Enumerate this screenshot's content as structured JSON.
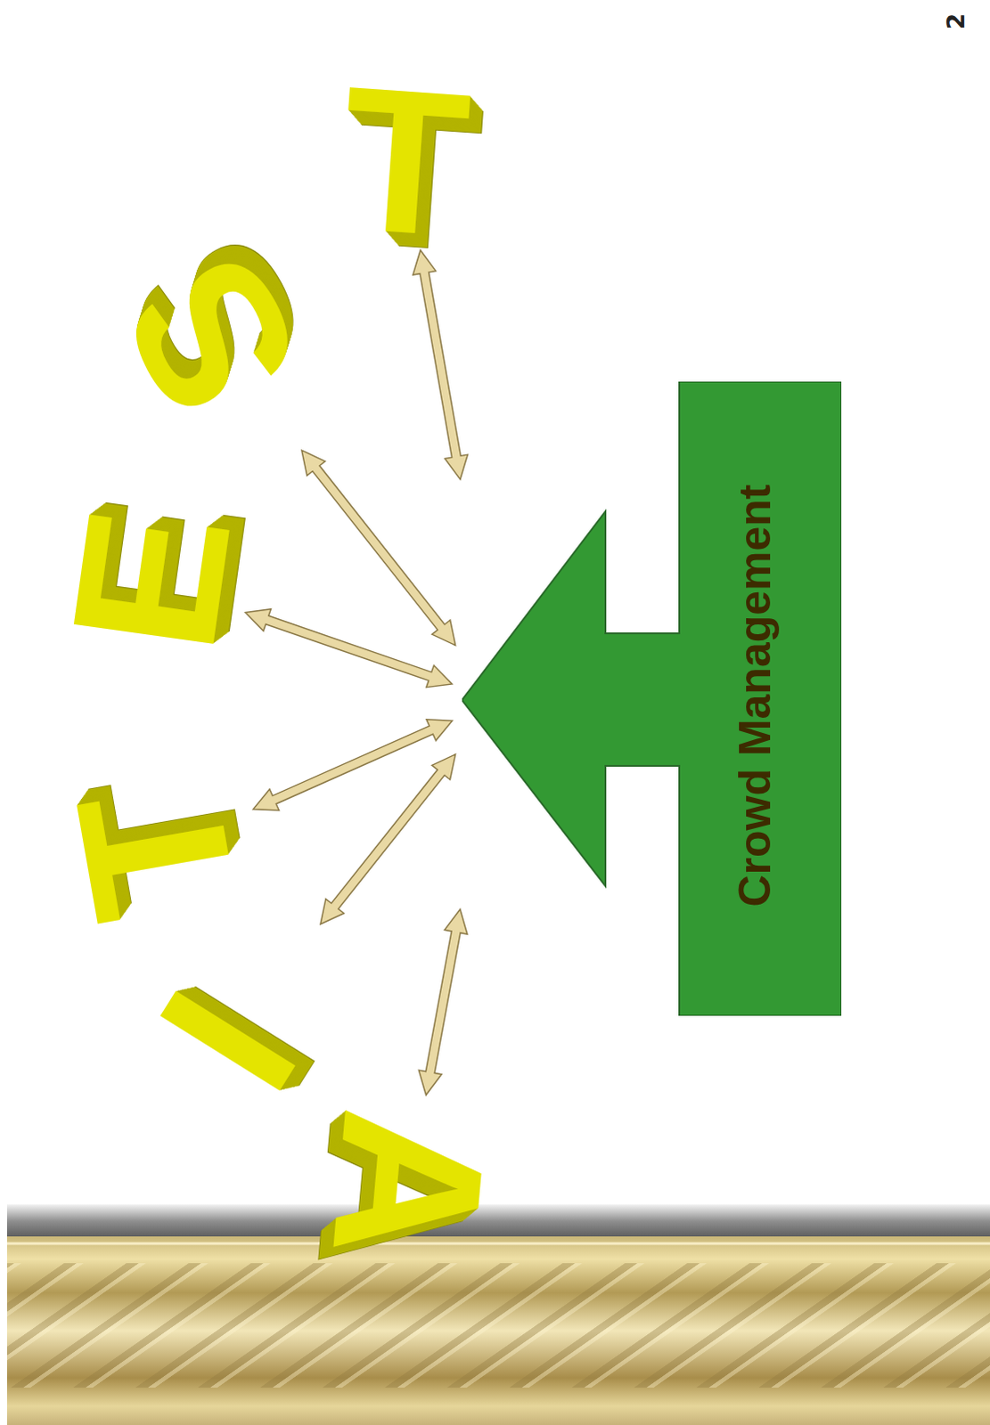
{
  "diagram": {
    "nodes": [
      {
        "text": [
          "Crowd Management"
        ]
      },
      {
        "text": [
          "A"
        ]
      },
      {
        "text": [
          "I"
        ]
      },
      {
        "text": [
          "T"
        ]
      },
      {
        "text": [
          "E"
        ]
      },
      {
        "text": [
          "S"
        ]
      },
      {
        "text": [
          "T"
        ]
      }
    ],
    "edges": [
      {
        "from": 0,
        "to": 1,
        "arrow": "both"
      },
      {
        "from": 0,
        "to": 2,
        "arrow": "both"
      },
      {
        "from": 0,
        "to": 3,
        "arrow": "both"
      },
      {
        "from": 0,
        "to": 4,
        "arrow": "both"
      },
      {
        "from": 0,
        "to": 5,
        "arrow": "both"
      },
      {
        "from": 0,
        "to": 6,
        "arrow": "both"
      }
    ],
    "labels": [
      "2"
    ]
  }
}
